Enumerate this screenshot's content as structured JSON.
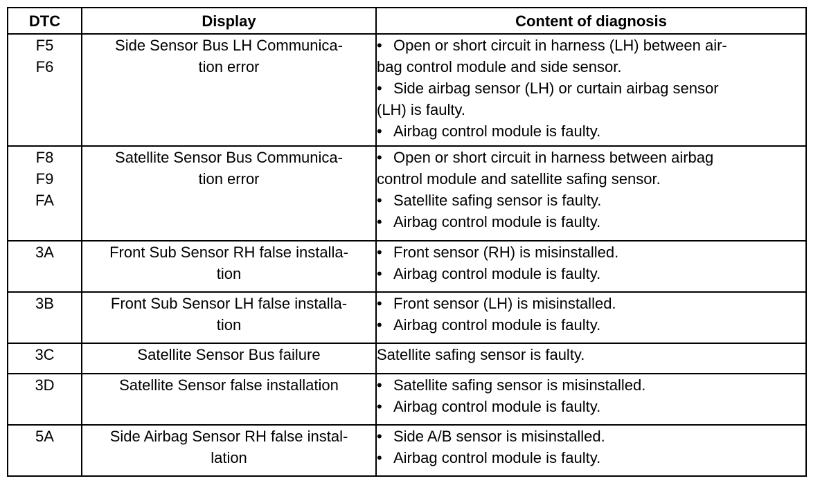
{
  "headers": {
    "dtc": "DTC",
    "display": "Display",
    "content": "Content of diagnosis"
  },
  "rows": [
    {
      "dtc": [
        "F5",
        "F6"
      ],
      "display": [
        "Side Sensor Bus LH Communica-",
        "tion error"
      ],
      "content": [
        {
          "bullet": true,
          "text": "Open or short circuit in harness (LH) between air-"
        },
        {
          "bullet": false,
          "text": "bag control module and side sensor."
        },
        {
          "bullet": true,
          "text": "Side airbag sensor (LH) or curtain airbag sensor"
        },
        {
          "bullet": false,
          "text": "(LH) is faulty."
        },
        {
          "bullet": true,
          "text": "Airbag control module is faulty."
        }
      ]
    },
    {
      "dtc": [
        "F8",
        "F9",
        "FA"
      ],
      "display": [
        "Satellite Sensor Bus Communica-",
        "tion error"
      ],
      "content": [
        {
          "bullet": true,
          "text": "Open or short circuit in harness between airbag"
        },
        {
          "bullet": false,
          "text": "control module and satellite safing sensor."
        },
        {
          "bullet": true,
          "text": "Satellite safing sensor is faulty."
        },
        {
          "bullet": true,
          "text": "Airbag control module is faulty."
        }
      ]
    },
    {
      "dtc": [
        "3A"
      ],
      "display": [
        "Front Sub Sensor RH false installa-",
        "tion"
      ],
      "content": [
        {
          "bullet": true,
          "text": "Front sensor (RH) is misinstalled."
        },
        {
          "bullet": true,
          "text": "Airbag control module is faulty."
        }
      ]
    },
    {
      "dtc": [
        "3B"
      ],
      "display": [
        "Front Sub Sensor LH false installa-",
        "tion"
      ],
      "content": [
        {
          "bullet": true,
          "text": "Front sensor (LH) is misinstalled."
        },
        {
          "bullet": true,
          "text": "Airbag control module is faulty."
        }
      ]
    },
    {
      "dtc": [
        "3C"
      ],
      "display": [
        "Satellite Sensor Bus failure"
      ],
      "content": [
        {
          "bullet": false,
          "text": "Satellite safing sensor is faulty."
        }
      ]
    },
    {
      "dtc": [
        "3D"
      ],
      "display": [
        "Satellite Sensor false installation"
      ],
      "content": [
        {
          "bullet": true,
          "text": "Satellite safing sensor is misinstalled."
        },
        {
          "bullet": true,
          "text": "Airbag control module is faulty."
        }
      ]
    },
    {
      "dtc": [
        "5A"
      ],
      "display": [
        "Side Airbag Sensor RH false instal-",
        "lation"
      ],
      "content": [
        {
          "bullet": true,
          "text": "Side A/B sensor is misinstalled."
        },
        {
          "bullet": true,
          "text": "Airbag control module is faulty."
        }
      ]
    }
  ],
  "bullet_glyph": "•"
}
